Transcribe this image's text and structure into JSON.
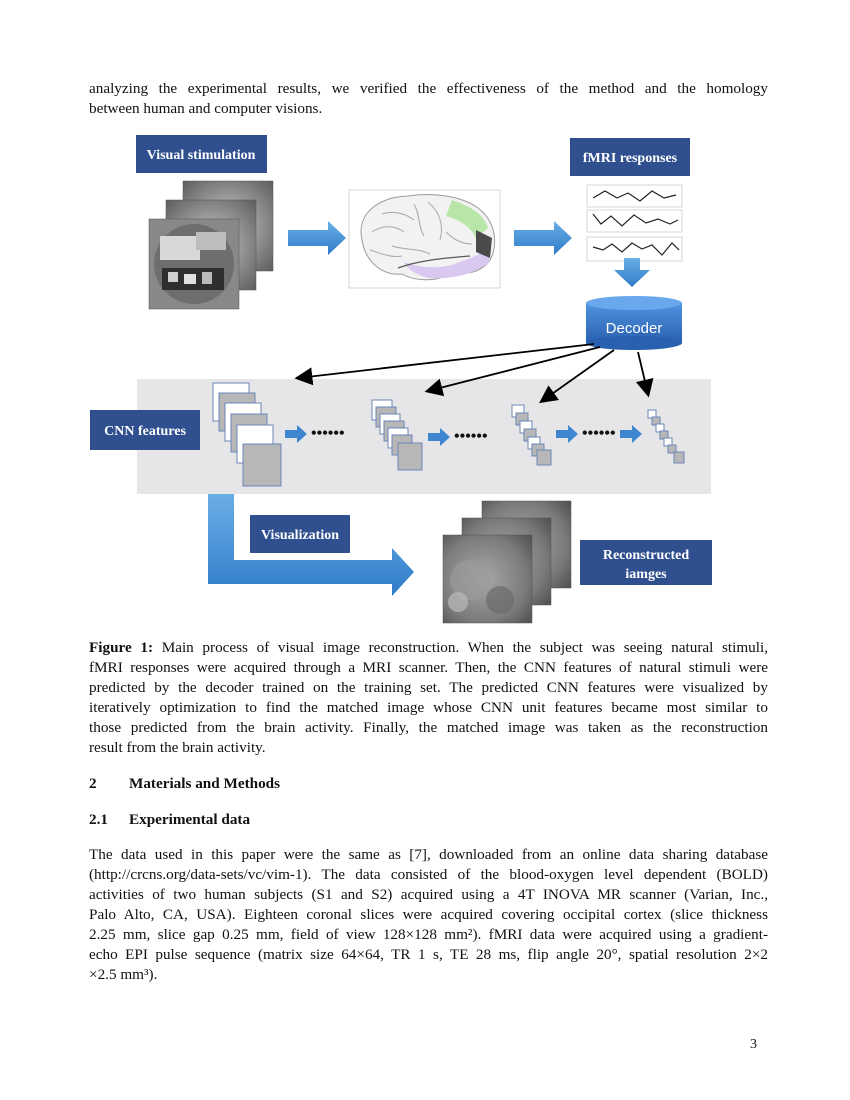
{
  "intro_lines": [
    "analyzing the experimental results, we verified the effectiveness of the method and the homology",
    "between human and computer visions."
  ],
  "figure": {
    "labels": {
      "visual_stimulation": "Visual stimulation",
      "fmri_responses": "fMRI responses",
      "decoder": "Decoder",
      "cnn_features": "CNN  features",
      "visualization": "Visualization",
      "reconstructed_line1": "Reconstructed",
      "reconstructed_line2": "iamges"
    },
    "colors": {
      "label_box": "#2f4f8f",
      "decoder": "#2f6fbf",
      "arrow": "#4a8fd4",
      "cnn_panel": "#e6e6e8",
      "brain_green": "#b8e6a8",
      "brain_purple": "#d9c8ef"
    }
  },
  "caption": {
    "bold": "Figure 1:",
    "lines": [
      " Main process of visual image reconstruction. When the subject was seeing natural stimuli,",
      "fMRI responses were acquired through a MRI scanner. Then, the CNN features of natural stimuli were",
      "predicted by the decoder trained on the training set. The predicted CNN features were visualized by",
      "iteratively optimization to find the matched image whose CNN unit features became most similar to",
      "those predicted from the brain activity. Finally, the matched image was taken as the reconstruction",
      "result from the brain activity."
    ]
  },
  "section": {
    "number": "2",
    "title": "Materials and Methods"
  },
  "subsection": {
    "number": "2.1",
    "title": "Experimental data"
  },
  "body_lines": [
    "The data used in this paper were the same as [7], downloaded from an online data sharing database",
    "(http://crcns.org/data-sets/vc/vim-1). The data consisted of the blood-oxygen level dependent (BOLD)",
    "activities of two human subjects (S1 and S2) acquired using a 4T INOVA MR scanner (Varian, Inc.,",
    "Palo Alto, CA, USA). Eighteen coronal slices were acquired covering occipital cortex (slice thickness",
    "2.25 mm, slice gap 0.25 mm, field of view 128×128 mm²). fMRI data were acquired using a gradient-",
    "echo EPI pulse sequence (matrix size 64×64, TR 1 s, TE 28 ms, flip angle 20°, spatial resolution 2×2",
    "×2.5 mm³)."
  ],
  "page_number": "3"
}
